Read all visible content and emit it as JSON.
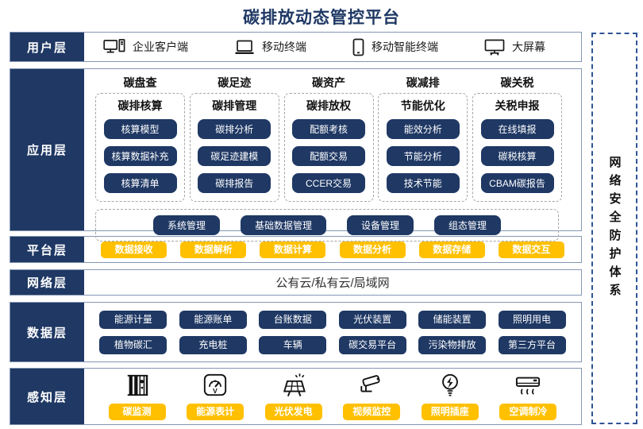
{
  "title": "碳排放动态管控平台",
  "security": {
    "label": "网络安全防护体系"
  },
  "colors": {
    "navy": "#1F3864",
    "yellow": "#FFC000",
    "band_border": "#8496B4",
    "dashed_border": "#A6A6A6",
    "security_border": "#2F5496"
  },
  "layers": {
    "user": {
      "label": "用户层",
      "items": [
        {
          "icon": "desktop-icon",
          "label": "企业客户端"
        },
        {
          "icon": "laptop-icon",
          "label": "移动终端"
        },
        {
          "icon": "smartphone-icon",
          "label": "移动智能终端"
        },
        {
          "icon": "big-screen-icon",
          "label": "大屏幕"
        }
      ]
    },
    "application": {
      "label": "应用层",
      "columns": [
        {
          "header": "碳盘查",
          "group": "碳排核算",
          "items": [
            "核算模型",
            "核算数据补充",
            "核算清单"
          ]
        },
        {
          "header": "碳足迹",
          "group": "碳排管理",
          "items": [
            "碳排分析",
            "碳足迹建模",
            "碳排报告"
          ]
        },
        {
          "header": "碳资产",
          "group": "碳排放权",
          "items": [
            "配额考核",
            "配额交易",
            "CCER交易"
          ]
        },
        {
          "header": "碳减排",
          "group": "节能优化",
          "items": [
            "能效分析",
            "节能分析",
            "技术节能"
          ]
        },
        {
          "header": "碳关税",
          "group": "关税申报",
          "items": [
            "在线填报",
            "碳税核算",
            "CBAM碳报告"
          ]
        }
      ],
      "common_items": [
        "系统管理",
        "基础数据管理",
        "设备管理",
        "组态管理"
      ]
    },
    "platform": {
      "label": "平台层",
      "items": [
        "数据接收",
        "数据解析",
        "数据计算",
        "数据分析",
        "数据存储",
        "数据交互"
      ]
    },
    "network": {
      "label": "网络层",
      "text": "公有云/私有云/局域网"
    },
    "data": {
      "label": "数据层",
      "rows": [
        [
          "能源计量",
          "能源账单",
          "台账数据",
          "光伏装置",
          "储能装置",
          "照明用电"
        ],
        [
          "植物碳汇",
          "充电桩",
          "车辆",
          "碳交易平台",
          "污染物排放",
          "第三方平台"
        ]
      ]
    },
    "perception": {
      "label": "感知层",
      "items": [
        {
          "icon": "carbon-monitor-icon",
          "label": "碳监测"
        },
        {
          "icon": "energy-meter-icon",
          "label": "能源表计"
        },
        {
          "icon": "solar-power-icon",
          "label": "光伏发电"
        },
        {
          "icon": "cctv-icon",
          "label": "视频监控"
        },
        {
          "icon": "lighting-socket-icon",
          "label": "照明插座"
        },
        {
          "icon": "air-conditioner-icon",
          "label": "空调制冷"
        }
      ]
    }
  }
}
